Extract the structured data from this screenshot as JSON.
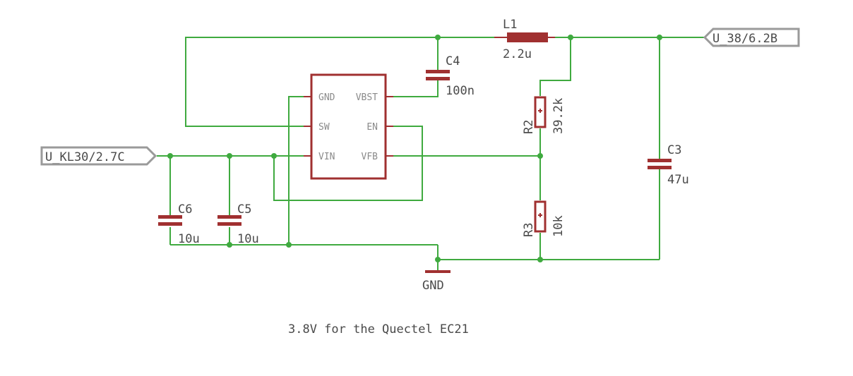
{
  "nets": {
    "input_label": "U_KL30/2.7C",
    "output_label": "U_38/6.2B",
    "ground_label": "GND"
  },
  "ic": {
    "pins": {
      "gnd": "GND",
      "sw": "SW",
      "vin": "VIN",
      "vbst": "VBST",
      "en": "EN",
      "vfb": "VFB"
    }
  },
  "components": {
    "L1": {
      "name": "L1",
      "value": "2.2u"
    },
    "C4": {
      "name": "C4",
      "value": "100n"
    },
    "R2": {
      "name": "R2",
      "value": "39.2k"
    },
    "R3": {
      "name": "R3",
      "value": "10k"
    },
    "C3": {
      "name": "C3",
      "value": "47u"
    },
    "C6": {
      "name": "C6",
      "value": "10u"
    },
    "C5": {
      "name": "C5",
      "value": "10u"
    }
  },
  "note": "3.8V for the Quectel EC21"
}
